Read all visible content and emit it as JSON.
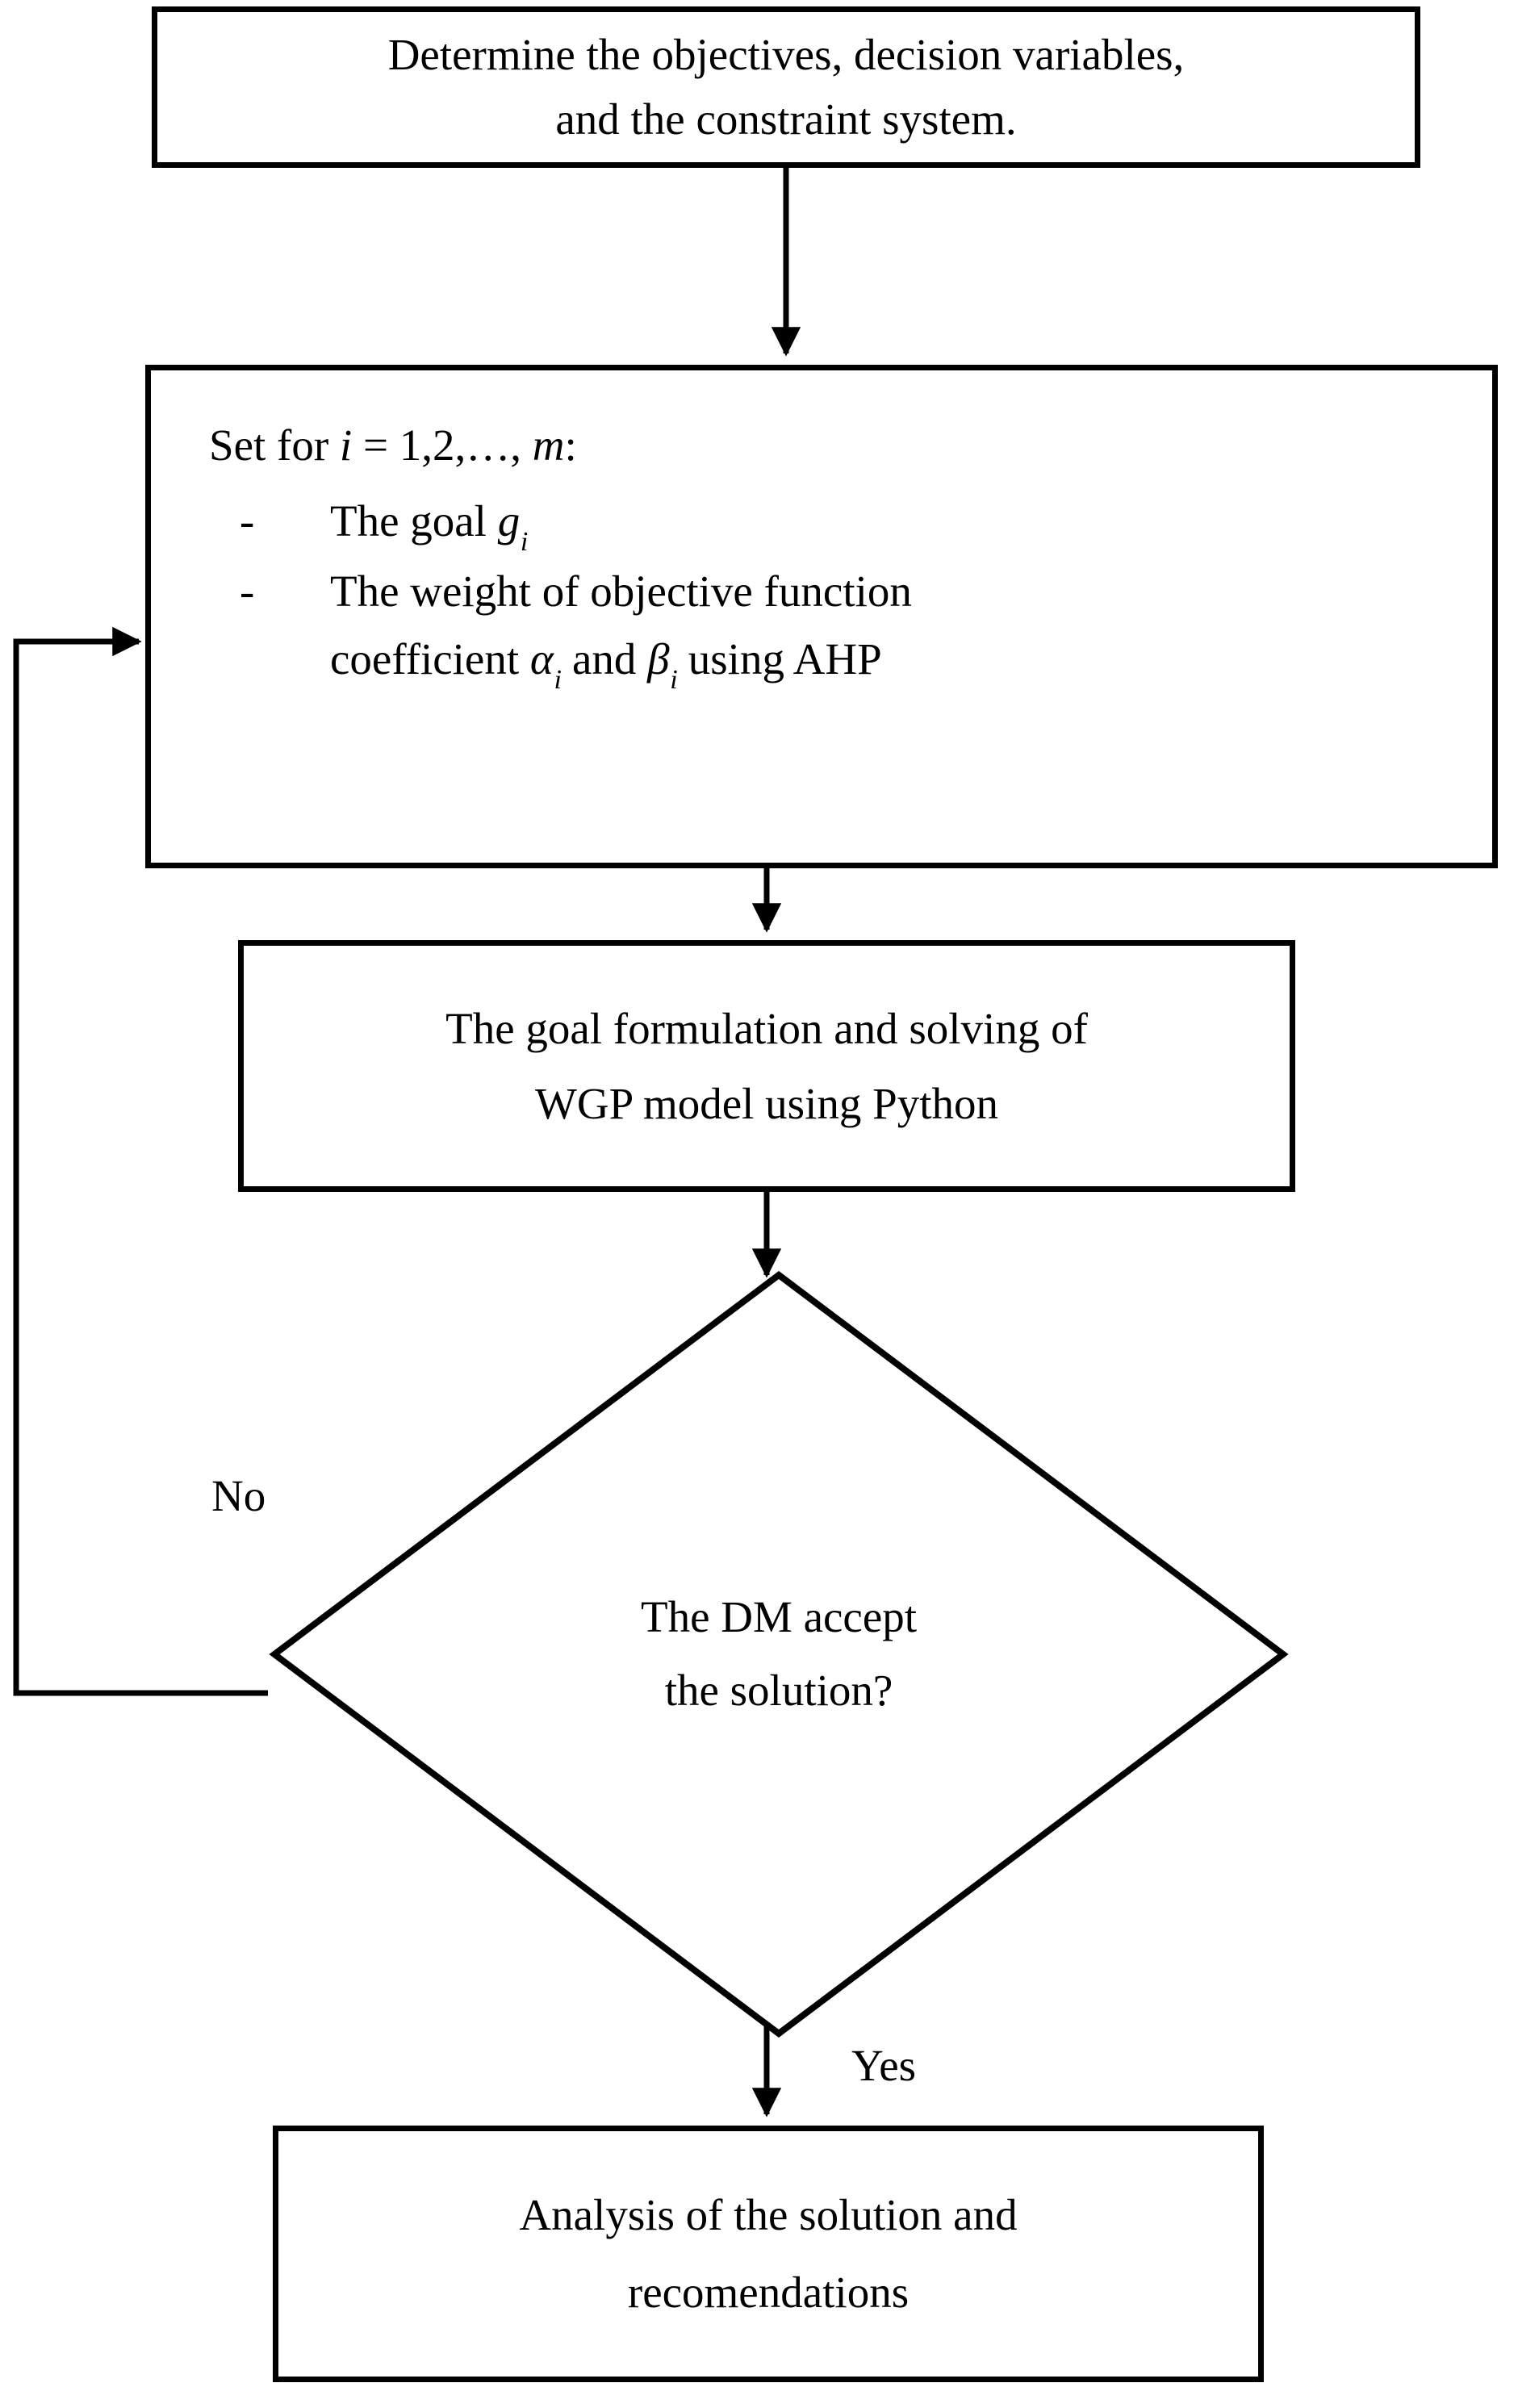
{
  "diagram": {
    "type": "flowchart",
    "orientation": "top-to-bottom",
    "stroke_color": "#000000",
    "fill_color": "#ffffff",
    "nodes": [
      {
        "id": "objectives",
        "shape": "rectangle",
        "lines": [
          "Determine the objectives, decision variables,",
          "and the constraint system."
        ]
      },
      {
        "id": "setparams",
        "shape": "rectangle",
        "headline_prefix": "Set for ",
        "headline_var": "i",
        "headline_suffix": " = 1,2,…, ",
        "headline_var2": "m",
        "headline_end": ":",
        "bullets": [
          {
            "marker": "-",
            "text_prefix": "The goal ",
            "symbol": "g",
            "subscript": "i",
            "text_suffix": ""
          },
          {
            "marker": "-",
            "line1": "The weight of objective function",
            "line2_prefix": "coefficient ",
            "line2_symbol1": "α",
            "line2_sub1": "i",
            "line2_mid": " and ",
            "line2_symbol2": "β",
            "line2_sub2": "i",
            "line2_suffix": " using AHP"
          }
        ]
      },
      {
        "id": "formulation",
        "shape": "rectangle",
        "lines": [
          "The goal formulation and solving of",
          "WGP model using Python"
        ]
      },
      {
        "id": "decision",
        "shape": "diamond",
        "lines": [
          "The DM accept",
          "the solution?"
        ]
      },
      {
        "id": "analysis",
        "shape": "rectangle",
        "lines": [
          "Analysis of the solution and",
          "recomendations"
        ]
      }
    ],
    "edges": [
      {
        "id": "e1",
        "from": "objectives",
        "to": "setparams",
        "label": ""
      },
      {
        "id": "e2",
        "from": "setparams",
        "to": "formulation",
        "label": ""
      },
      {
        "id": "e3",
        "from": "formulation",
        "to": "decision",
        "label": ""
      },
      {
        "id": "e4",
        "from": "decision",
        "to": "setparams",
        "label": "No",
        "routing": "left-feedback-loop"
      },
      {
        "id": "e5",
        "from": "decision",
        "to": "analysis",
        "label": "Yes",
        "routing": "down"
      }
    ]
  },
  "labels": {
    "no": "No",
    "yes": "Yes"
  }
}
